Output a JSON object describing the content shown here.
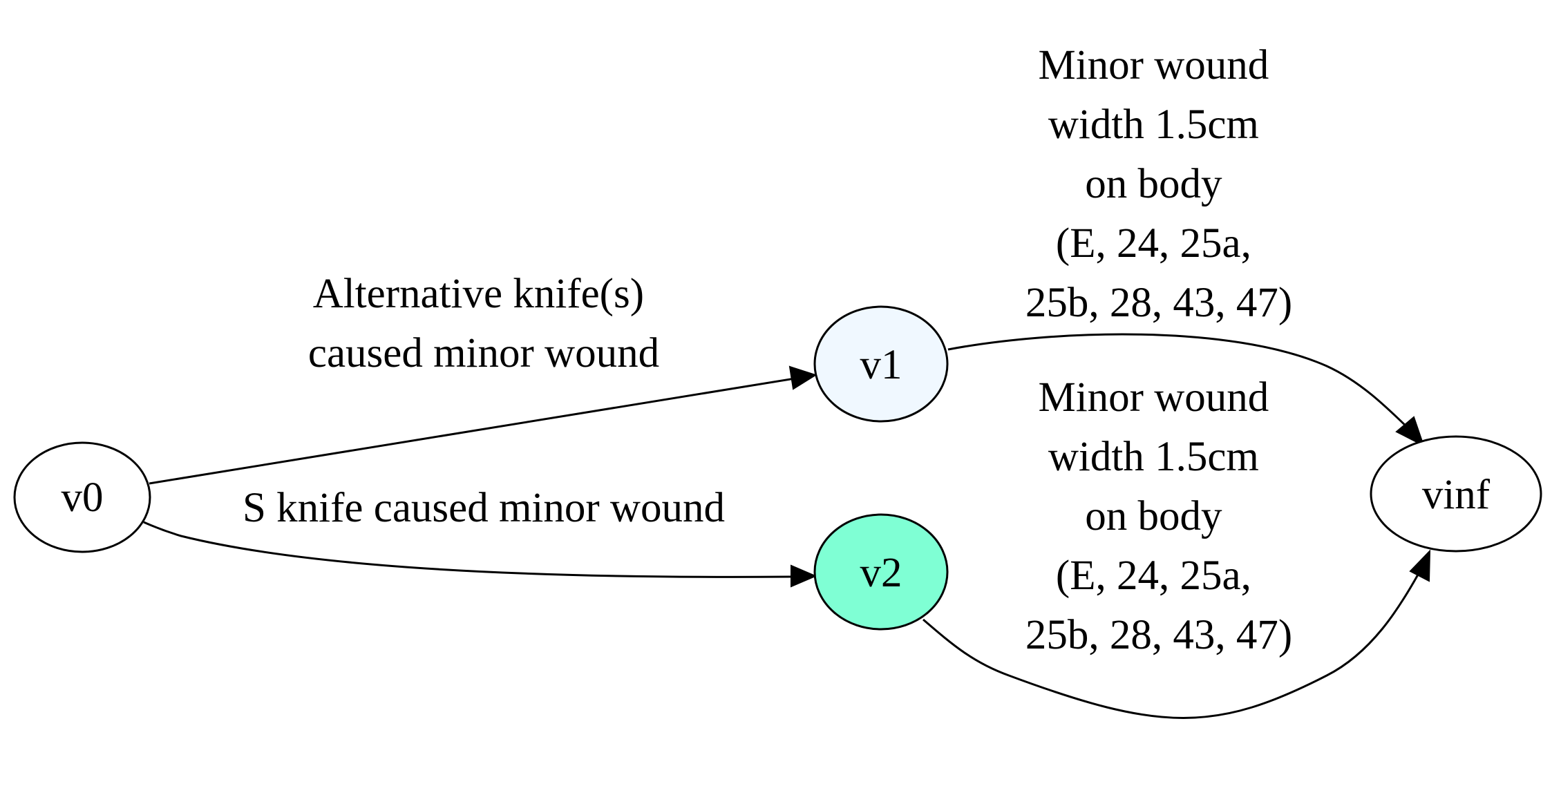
{
  "nodes": [
    {
      "id": "v0",
      "label": "v0",
      "fill": "#ffffff"
    },
    {
      "id": "v1",
      "label": "v1",
      "fill": "#f0f8ff"
    },
    {
      "id": "v2",
      "label": "v2",
      "fill": "#7fffd4"
    },
    {
      "id": "vinf",
      "label": "vinf",
      "fill": "#ffffff"
    }
  ],
  "edges": [
    {
      "from": "v0",
      "to": "v1",
      "label": [
        "Alternative knife(s)",
        "caused minor wound"
      ]
    },
    {
      "from": "v0",
      "to": "v2",
      "label": [
        "S knife caused minor wound"
      ]
    },
    {
      "from": "v1",
      "to": "vinf",
      "label": [
        "Minor wound",
        "width 1.5cm",
        "on body",
        "(E, 24, 25a,",
        "25b, 28, 43, 47)"
      ]
    },
    {
      "from": "v2",
      "to": "vinf",
      "label": [
        "Minor wound",
        "width 1.5cm",
        "on body",
        "(E, 24, 25a,",
        "25b, 28, 43, 47)"
      ]
    }
  ]
}
